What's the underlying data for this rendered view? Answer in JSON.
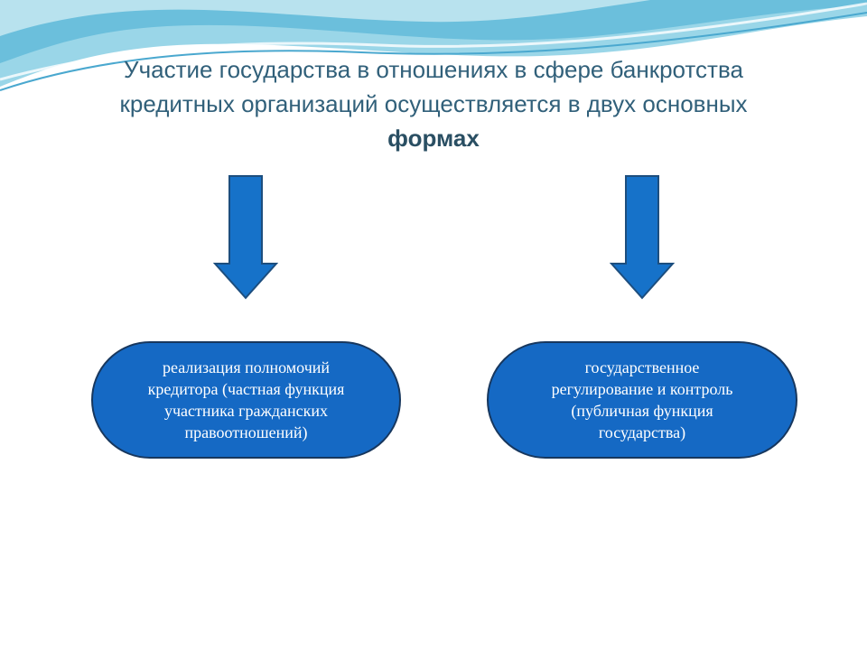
{
  "slide": {
    "title_line1": "Участие государства в отношениях в сфере банкротства",
    "title_line2": "кредитных организаций осуществляется в двух основных",
    "title_line3": "формах"
  },
  "forms": [
    {
      "lines": [
        "реализация полномочий",
        "кредитора (частная функция",
        "участника гражданских",
        "правоотношений)"
      ]
    },
    {
      "lines": [
        "государственное",
        "регулирование и контроль",
        "(публичная функция",
        "государства)"
      ]
    }
  ],
  "colors": {
    "box_fill": "#1569c4",
    "box_border": "#17375e",
    "arrow_fill": "#1672c9",
    "title": "#31607a",
    "wave": "#7cc7e0"
  },
  "icons": [
    "down-arrow-icon",
    "down-arrow-icon"
  ]
}
